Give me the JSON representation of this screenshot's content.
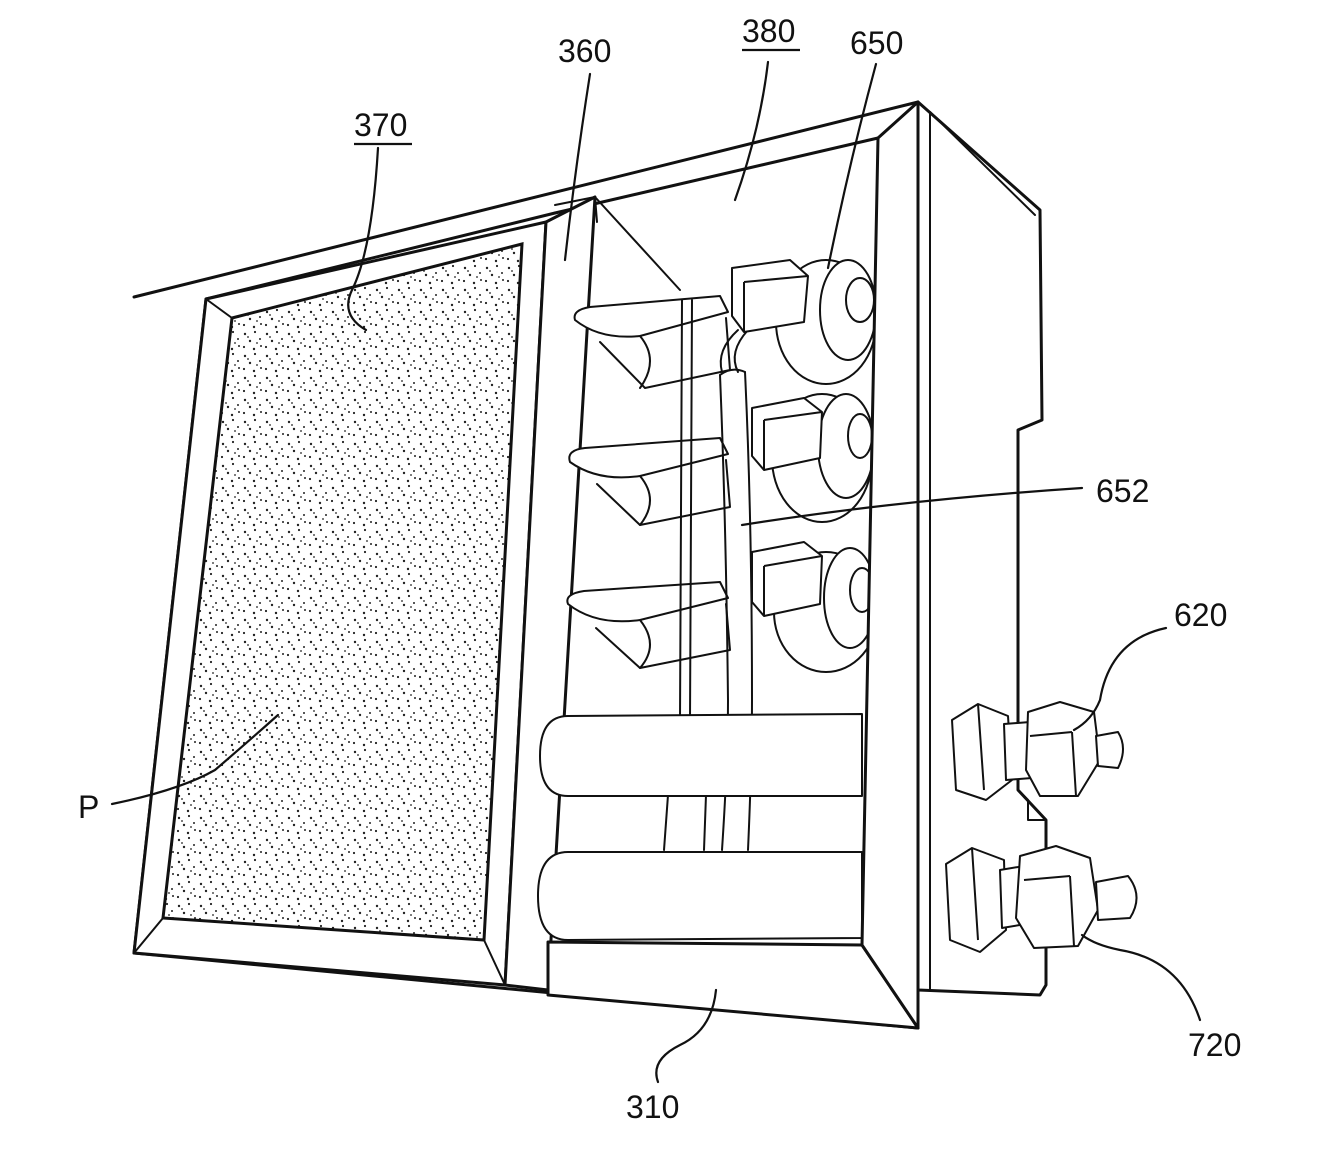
{
  "labels": {
    "l370": "370",
    "l360": "360",
    "l380": "380",
    "l650": "650",
    "l652": "652",
    "l620": "620",
    "lP": "P",
    "l720": "720",
    "l310": "310"
  }
}
